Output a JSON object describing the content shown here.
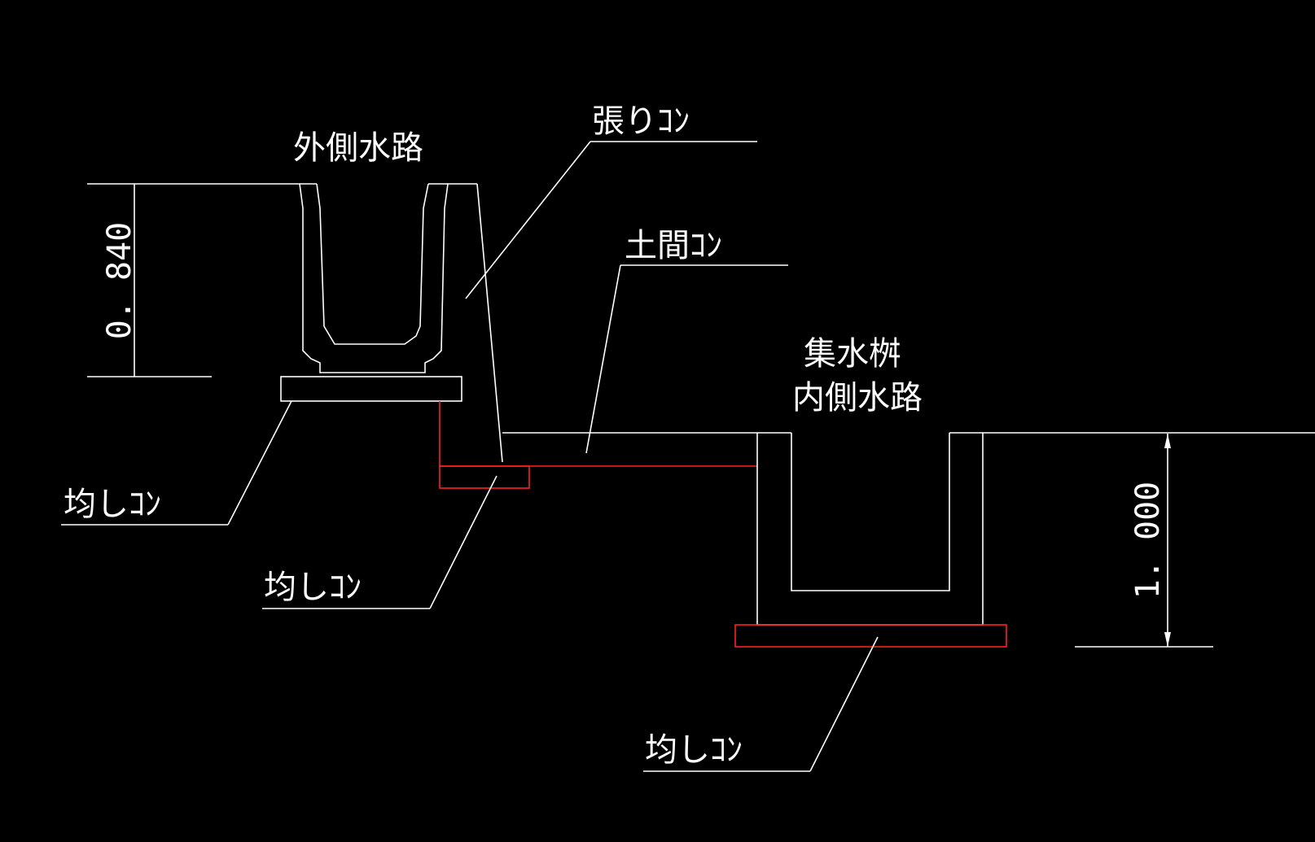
{
  "labels": {
    "outer_channel": "外側水路",
    "stretch_concrete": "張りｺﾝ",
    "earth_floor_concrete": "土間ｺﾝ",
    "catch_basin": "集水桝",
    "inner_channel": "内側水路",
    "leveling_concrete_1": "均しｺﾝ",
    "leveling_concrete_2": "均しｺﾝ",
    "leveling_concrete_3": "均しｺﾝ"
  },
  "dimensions": {
    "left_height": "0. 840",
    "right_height": "1. 000"
  },
  "colors": {
    "background": "#000000",
    "line": "#ffffff",
    "leveling_outline": "#ff2020"
  }
}
